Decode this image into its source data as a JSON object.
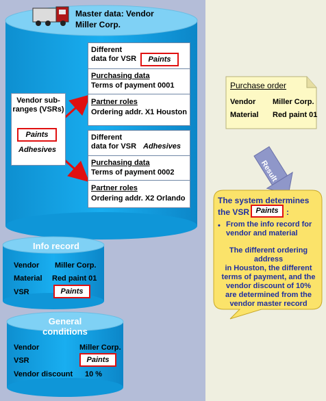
{
  "master": {
    "title_line1": "Master data: Vendor",
    "title_line2": "Miller Corp.",
    "vsr_label_line1": "Vendor sub-",
    "vsr_label_line2": "ranges (VSRs)",
    "vsr_paints": "Paints",
    "vsr_adhesives": "Adhesives",
    "box1": {
      "diff_line1": "Different",
      "diff_line2": "data for VSR",
      "diff_value": "Paints",
      "purchasing_title": "Purchasing data",
      "purchasing_text": "Terms of payment 0001",
      "partner_title": "Partner roles",
      "partner_text": "Ordering addr. X1 Houston"
    },
    "box2": {
      "diff_line1": "Different",
      "diff_line2": "data for VSR",
      "diff_value": "Adhesives",
      "purchasing_title": "Purchasing data",
      "purchasing_text": "Terms of payment 0002",
      "partner_title": "Partner roles",
      "partner_text": "Ordering addr. X2 Orlando"
    }
  },
  "info_record": {
    "title": "Info record",
    "rows": [
      {
        "label": "Vendor",
        "value": "Miller Corp."
      },
      {
        "label": "Material",
        "value": "Red paint 01"
      },
      {
        "label": "VSR",
        "value": "Paints"
      }
    ]
  },
  "general_conditions": {
    "title_line1": "General",
    "title_line2": "conditions",
    "rows": [
      {
        "label": "Vendor",
        "value": "Miller Corp."
      },
      {
        "label": "VSR",
        "value": "Paints"
      },
      {
        "label": "Vendor discount",
        "value": "10 %"
      }
    ]
  },
  "purchase_order": {
    "title": "Purchase order",
    "rows": [
      {
        "label": "Vendor",
        "value": "Miller Corp."
      },
      {
        "label": "Material",
        "value": "Red paint 01"
      }
    ]
  },
  "result_arrow": {
    "label": "Result"
  },
  "callout": {
    "line1": "The system determines",
    "line2_prefix": "the VSR",
    "vsr_value": "Paints",
    "line2_suffix": ":",
    "bullet_line1": "From the info record for",
    "bullet_line2": "vendor and material",
    "para_lines": [
      "The different ordering address",
      "in Houston, the different",
      "terms of payment, and the",
      "vendor discount of 10%",
      "are determined from the",
      "vendor master record"
    ]
  },
  "colors": {
    "cylinder": "#12a4e6",
    "cylinder_top": "#7fd1f5",
    "red_accent": "#e01010",
    "callout_fill": "#fbe36a",
    "note_fill": "#fdf9c4",
    "callout_text": "#1f2fa0"
  }
}
